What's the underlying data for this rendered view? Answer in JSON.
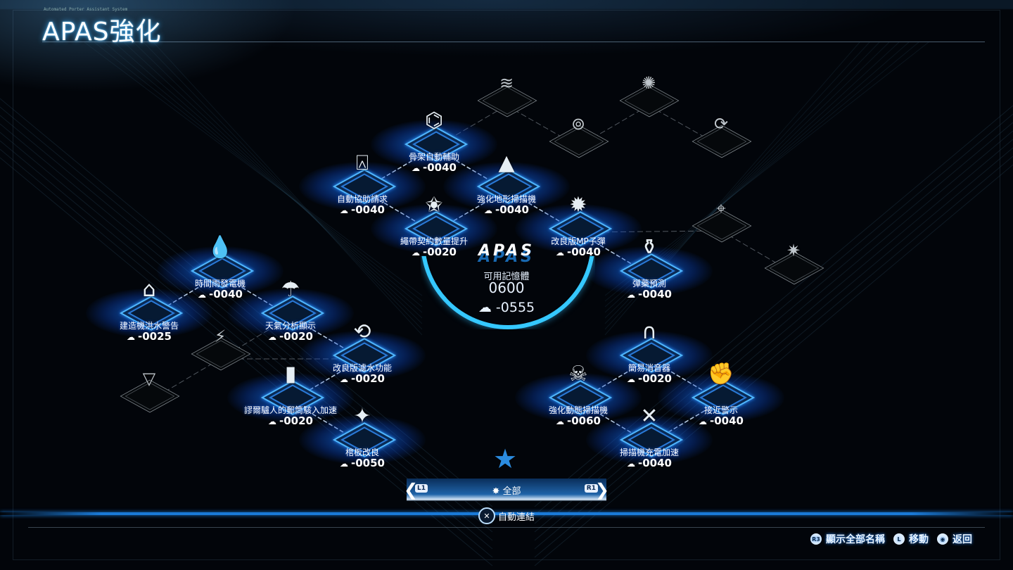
{
  "header": {
    "subtitle": "Automated Porter Assistant System",
    "title": "APAS強化"
  },
  "nodes": [
    {
      "label": "骨架自動輔助",
      "cost": "-0040",
      "icon": "exoskeleton-icon",
      "state": "active"
    },
    {
      "label": "自動協助請求",
      "cost": "-0040",
      "icon": "assist-request-icon",
      "state": "active"
    },
    {
      "label": "強化地形掃描機",
      "cost": "-0040",
      "icon": "mountain-icon",
      "state": "active"
    },
    {
      "label": "繩帶契約數量提升",
      "cost": "-0020",
      "icon": "stars-hands-icon",
      "state": "active"
    },
    {
      "label": "改良版MP子彈",
      "cost": "-0040",
      "icon": "bullet-burst-icon",
      "state": "active"
    },
    {
      "label": "彈藥預測",
      "cost": "-0040",
      "icon": "grenade-icon",
      "state": "active"
    },
    {
      "label": "時間雨發電機",
      "cost": "-0040",
      "icon": "raindrop-generator-icon",
      "state": "active"
    },
    {
      "label": "建造機洪水警告",
      "cost": "-0025",
      "icon": "flood-warning-icon",
      "state": "active"
    },
    {
      "label": "天氣分析顯示",
      "cost": "-0020",
      "icon": "umbrella-search-icon",
      "state": "active"
    },
    {
      "label": "改良版濾水功能",
      "cost": "-0020",
      "icon": "water-filter-icon",
      "state": "active"
    },
    {
      "label": "謬爾驢人的郵筒駭入加速",
      "cost": "-0020",
      "icon": "postbox-hack-icon",
      "state": "active"
    },
    {
      "label": "棺板改良",
      "cost": "-0050",
      "icon": "floating-carrier-icon",
      "state": "active"
    },
    {
      "label": "簡易消音器",
      "cost": "-0020",
      "icon": "headphones-icon",
      "state": "active"
    },
    {
      "label": "強化動態掃描機",
      "cost": "-0060",
      "icon": "skull-timer-icon",
      "state": "active"
    },
    {
      "label": "接近警示",
      "cost": "-0040",
      "icon": "fist-icon",
      "state": "active"
    },
    {
      "label": "掃描機充電加速",
      "cost": "-0040",
      "icon": "scanner-timer-icon",
      "state": "active"
    }
  ],
  "locked_nodes": [
    {
      "icon": "wifi-icon"
    },
    {
      "icon": "link-icon"
    },
    {
      "icon": "mask-icon"
    },
    {
      "icon": "motorbike-cycle-icon"
    },
    {
      "icon": "skull-target-icon"
    },
    {
      "icon": "spiky-star-icon"
    },
    {
      "icon": "porter-vehicle-icon"
    },
    {
      "icon": "triangle-cycle-icon"
    }
  ],
  "memory": {
    "logo": "APAS",
    "label": "可用記憶體",
    "total": "0600",
    "remaining": "-0555"
  },
  "filter": {
    "left_button": "L1",
    "right_button": "R1",
    "label": "全部"
  },
  "auto_link": {
    "button": "✕",
    "label": "自動連結"
  },
  "hints": [
    {
      "button": "R3",
      "label": "顯示全部名稱"
    },
    {
      "button": "L",
      "label": "移動"
    },
    {
      "button": "◉",
      "label": "返回"
    }
  ]
}
